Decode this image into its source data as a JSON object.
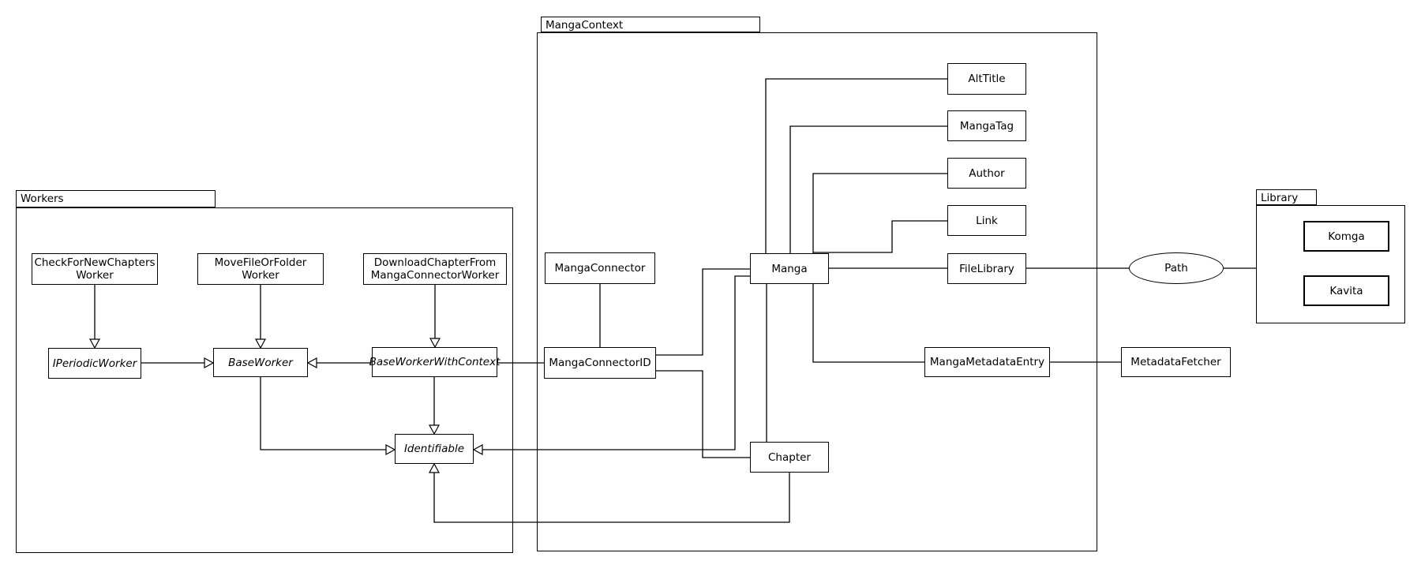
{
  "colors": {
    "line": "#000000",
    "background": "#ffffff",
    "node_fill": "#ffffff"
  },
  "packages": {
    "workers": {
      "label": "Workers"
    },
    "manga_context": {
      "label": "MangaContext"
    },
    "library": {
      "label": "Library"
    }
  },
  "nodes": {
    "check_worker": {
      "line1": "CheckForNewChapters",
      "line2": "Worker"
    },
    "move_worker": {
      "line1": "MoveFileOrFolder",
      "line2": "Worker"
    },
    "download_worker": {
      "line1": "DownloadChapterFrom",
      "line2": "MangaConnectorWorker"
    },
    "iperiodic_worker": {
      "label": "IPeriodicWorker"
    },
    "base_worker": {
      "label": "BaseWorker"
    },
    "base_worker_with_context": {
      "label": "BaseWorkerWithContext"
    },
    "identifiable": {
      "label": "Identifiable"
    },
    "manga_connector": {
      "label": "MangaConnector"
    },
    "manga_connector_id": {
      "label": "MangaConnectorID"
    },
    "manga": {
      "label": "Manga"
    },
    "chapter": {
      "label": "Chapter"
    },
    "alt_title": {
      "label": "AltTitle"
    },
    "manga_tag": {
      "label": "MangaTag"
    },
    "author": {
      "label": "Author"
    },
    "link": {
      "label": "Link"
    },
    "file_library": {
      "label": "FileLibrary"
    },
    "manga_metadata_entry": {
      "label": "MangaMetadataEntry"
    },
    "metadata_fetcher": {
      "label": "MetadataFetcher"
    },
    "path": {
      "label": "Path"
    },
    "komga": {
      "label": "Komga"
    },
    "kavita": {
      "label": "Kavita"
    }
  },
  "edges": [
    {
      "from": "CheckForNewChaptersWorker",
      "to": "IPeriodicWorker",
      "kind": "generalization"
    },
    {
      "from": "MoveFileOrFolderWorker",
      "to": "BaseWorker",
      "kind": "generalization"
    },
    {
      "from": "DownloadChapterFromMangaConnectorWorker",
      "to": "BaseWorkerWithContext",
      "kind": "generalization"
    },
    {
      "from": "IPeriodicWorker",
      "to": "BaseWorker",
      "kind": "generalization"
    },
    {
      "from": "BaseWorkerWithContext",
      "to": "BaseWorker",
      "kind": "generalization"
    },
    {
      "from": "BaseWorker",
      "to": "Identifiable",
      "kind": "generalization"
    },
    {
      "from": "BaseWorkerWithContext",
      "to": "Identifiable",
      "kind": "generalization"
    },
    {
      "from": "Manga",
      "to": "Identifiable",
      "kind": "generalization"
    },
    {
      "from": "Chapter",
      "to": "Identifiable",
      "kind": "generalization"
    },
    {
      "from": "BaseWorkerWithContext",
      "to": "MangaConnectorID",
      "kind": "association"
    },
    {
      "from": "MangaConnector",
      "to": "MangaConnectorID",
      "kind": "association"
    },
    {
      "from": "MangaConnectorID",
      "to": "Manga",
      "kind": "association"
    },
    {
      "from": "MangaConnectorID",
      "to": "Chapter",
      "kind": "association"
    },
    {
      "from": "Manga",
      "to": "Chapter",
      "kind": "association"
    },
    {
      "from": "Manga",
      "to": "AltTitle",
      "kind": "association"
    },
    {
      "from": "Manga",
      "to": "MangaTag",
      "kind": "association"
    },
    {
      "from": "Manga",
      "to": "Author",
      "kind": "association"
    },
    {
      "from": "Manga",
      "to": "Link",
      "kind": "association"
    },
    {
      "from": "Manga",
      "to": "FileLibrary",
      "kind": "association"
    },
    {
      "from": "Manga",
      "to": "MangaMetadataEntry",
      "kind": "association"
    },
    {
      "from": "MangaMetadataEntry",
      "to": "MetadataFetcher",
      "kind": "association"
    },
    {
      "from": "FileLibrary",
      "to": "Path",
      "kind": "association"
    },
    {
      "from": "Path",
      "to": "Library",
      "kind": "association"
    }
  ]
}
